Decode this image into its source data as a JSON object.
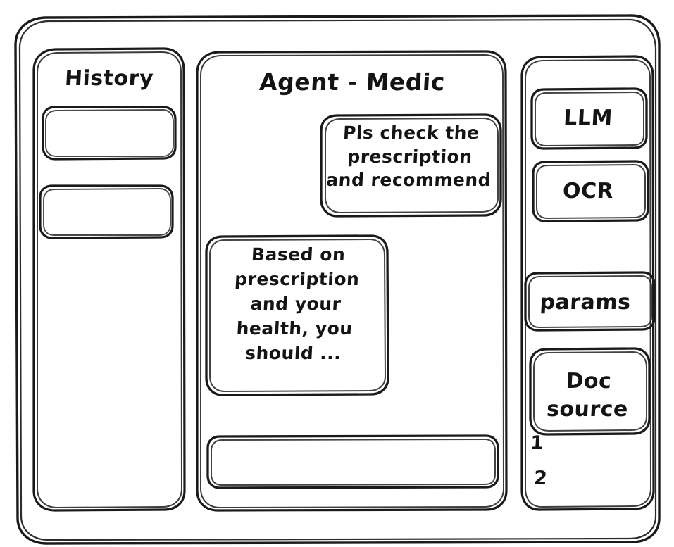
{
  "window": {
    "name": "wireframe-window"
  },
  "sidebar": {
    "title": "History",
    "items": [
      {
        "label": ""
      },
      {
        "label": ""
      }
    ]
  },
  "main": {
    "title": "Agent - Medic",
    "messages": [
      {
        "role": "user",
        "text": "Pls check the\nprescription\nand recommend"
      },
      {
        "role": "assistant",
        "text": "Based on\nprescription\nand your\nhealth, you\nshould ..."
      }
    ],
    "composer": {
      "value": "",
      "placeholder": ""
    }
  },
  "right_panel": {
    "tools": [
      {
        "label": "LLM"
      },
      {
        "label": "OCR"
      },
      {
        "label": "params"
      },
      {
        "label": "Doc\nsource"
      }
    ],
    "doc_source_items": [
      {
        "label": "1"
      },
      {
        "label": "2"
      }
    ]
  },
  "style": {
    "stroke": "#1a1a1a",
    "background": "#ffffff"
  }
}
